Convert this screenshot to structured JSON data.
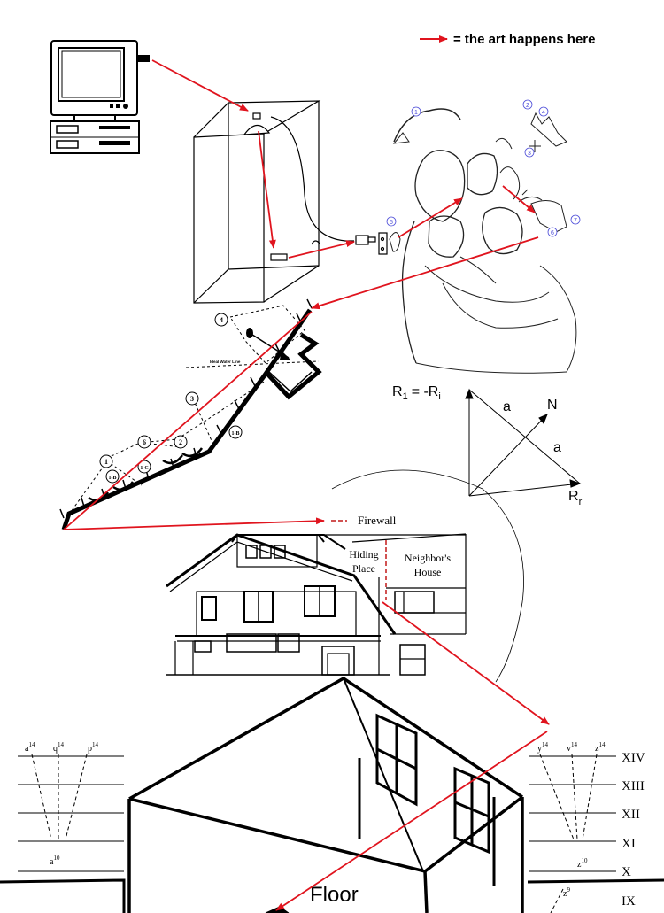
{
  "legend": {
    "text": "= the art happens here",
    "arrow_color": "#e0141e"
  },
  "icons": {
    "computer": "desktop-computer-icon"
  },
  "roof": {
    "water_line": "Ideal Water Line",
    "markers": [
      "4",
      "3",
      "6",
      "2",
      "1",
      "1-B",
      "1-B",
      "1-C"
    ]
  },
  "family": {
    "badges": [
      "1",
      "2",
      "3",
      "4",
      "5",
      "6",
      "7"
    ]
  },
  "reflection": {
    "formula": "R",
    "formula_sub": "1",
    "formula_rhs": "= -R",
    "formula_rhs_sub": "i",
    "label_a1": "a",
    "label_n": "N",
    "label_a2": "a",
    "label_r": "R",
    "label_r_sub": "r"
  },
  "house": {
    "firewall": "Firewall",
    "hiding_line1": "Hiding",
    "hiding_line2": "Place",
    "neighbor_line1": "Neighbor's",
    "neighbor_line2": "House"
  },
  "room": {
    "floor": "Floor",
    "left_labels": [
      "a",
      "14",
      "q",
      "14",
      "p",
      "14",
      "a",
      "10"
    ],
    "right_labels": [
      "y",
      "14",
      "v",
      "14",
      "z",
      "14",
      "z",
      "10",
      "z",
      "9"
    ],
    "levels": [
      "XIV",
      "XIII",
      "XII",
      "XI",
      "X",
      "IX"
    ]
  }
}
